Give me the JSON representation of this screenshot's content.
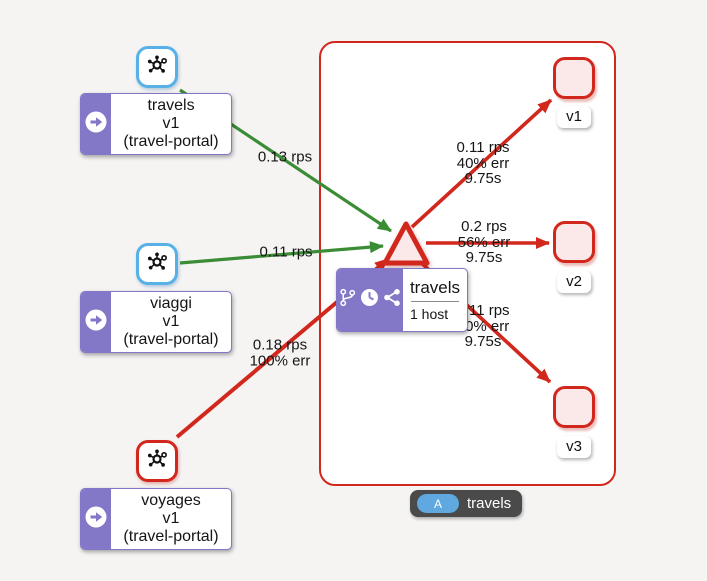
{
  "colors": {
    "background": "#f5f4f3",
    "healthy_edge_green": "#3a8c35",
    "error_edge_red": "#d2271c",
    "node_fill_pink": "#fbe8e8",
    "node_border_blue": "#58b1e6",
    "label_purple": "#8377c8",
    "badge_background": "#4a4a4a",
    "badge_pill_blue": "#5fa8e0"
  },
  "icons": {
    "workload_node": "graph-icon",
    "source_band": "arrow-right-circle-icon",
    "service_badges": [
      "code-branch-icon",
      "clock-icon",
      "share-alt-icon"
    ]
  },
  "workloads": [
    {
      "lines": [
        "travels",
        "v1",
        "(travel-portal)"
      ],
      "status": "healthy"
    },
    {
      "lines": [
        "viaggi",
        "v1",
        "(travel-portal)"
      ],
      "status": "healthy"
    },
    {
      "lines": [
        "voyages",
        "v1",
        "(travel-portal)"
      ],
      "status": "error"
    }
  ],
  "service": {
    "name": "travels",
    "hosts": "1 host"
  },
  "versions": [
    {
      "label": "v1"
    },
    {
      "label": "v2"
    },
    {
      "label": "v3"
    }
  ],
  "edges": [
    {
      "from": "travels-v1",
      "to": "travels-service",
      "lines": [
        "0.13 rps"
      ]
    },
    {
      "from": "viaggi-v1",
      "to": "travels-service",
      "lines": [
        "0.11 rps"
      ]
    },
    {
      "from": "voyages-v1",
      "to": "travels-service",
      "lines": [
        "0.18 rps",
        "100% err"
      ]
    },
    {
      "from": "travels-service",
      "to": "v1",
      "lines": [
        "0.11 rps",
        "40% err",
        "9.75s"
      ]
    },
    {
      "from": "travels-service",
      "to": "v2",
      "lines": [
        "0.2 rps",
        "56% err",
        "9.75s"
      ]
    },
    {
      "from": "travels-service",
      "to": "v3",
      "lines": [
        "0.11 rps",
        "50% err",
        "9.75s"
      ]
    }
  ],
  "app_badge": {
    "letter": "A",
    "label": "travels"
  }
}
